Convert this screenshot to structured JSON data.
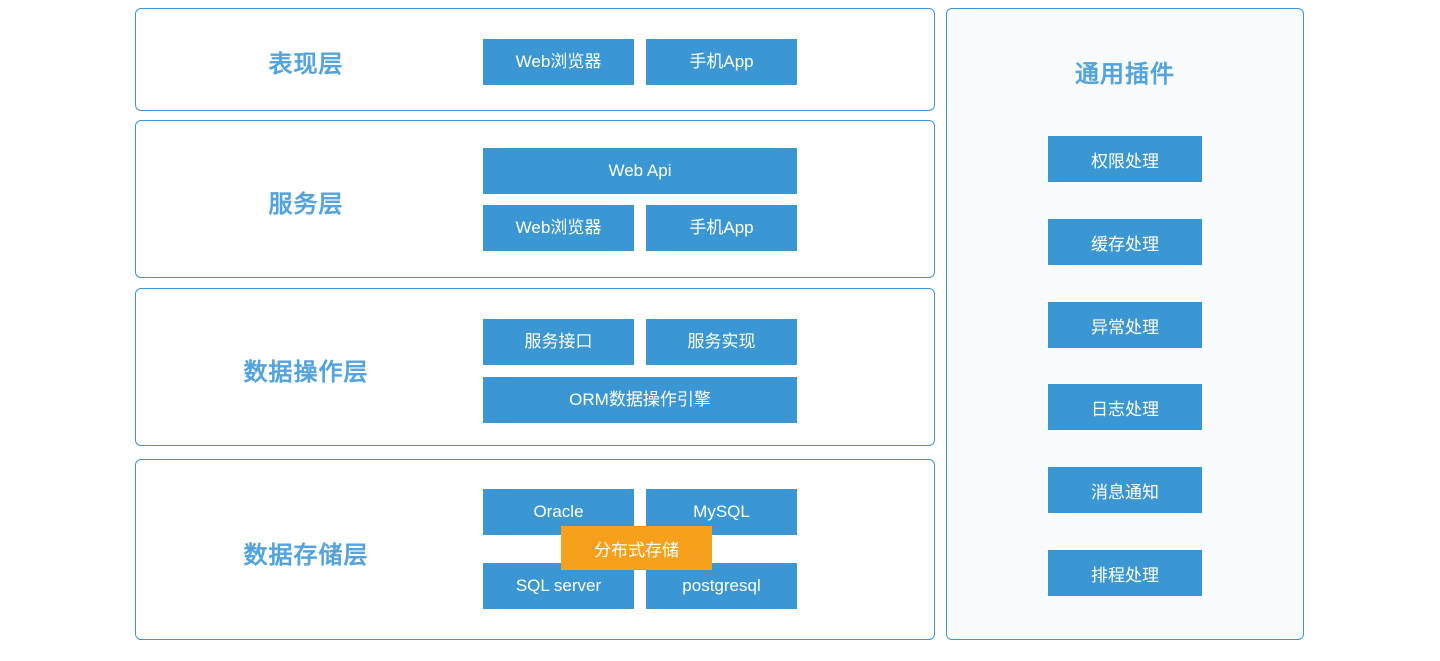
{
  "theme": {
    "accent_blue": "#3b97d3",
    "title_blue": "#52a3de",
    "border_blue": "#3c96d4",
    "accent_orange": "#f6a01b",
    "panel_bg": "#f8fcff",
    "page_bg": "#ffffff"
  },
  "layers": [
    {
      "id": "presentation",
      "title": "表现层",
      "boxes": [
        {
          "label": "Web浏览器"
        },
        {
          "label": "手机App"
        }
      ]
    },
    {
      "id": "service",
      "title": "服务层",
      "boxes": [
        {
          "label": "Web  Api"
        },
        {
          "label": "Web浏览器"
        },
        {
          "label": "手机App"
        }
      ]
    },
    {
      "id": "data-operation",
      "title": "数据操作层",
      "boxes": [
        {
          "label": "服务接口"
        },
        {
          "label": "服务实现"
        },
        {
          "label": "ORM数据操作引擎"
        }
      ]
    },
    {
      "id": "data-storage",
      "title": "数据存储层",
      "boxes": [
        {
          "label": "Oracle"
        },
        {
          "label": "MySQL"
        },
        {
          "label": "SQL server"
        },
        {
          "label": "postgresql"
        }
      ],
      "overlay": {
        "label": "分布式存储"
      }
    }
  ],
  "plugins": {
    "title": "通用插件",
    "items": [
      {
        "label": "权限处理"
      },
      {
        "label": "缓存处理"
      },
      {
        "label": "异常处理"
      },
      {
        "label": "日志处理"
      },
      {
        "label": "消息通知"
      },
      {
        "label": "排程处理"
      }
    ]
  }
}
